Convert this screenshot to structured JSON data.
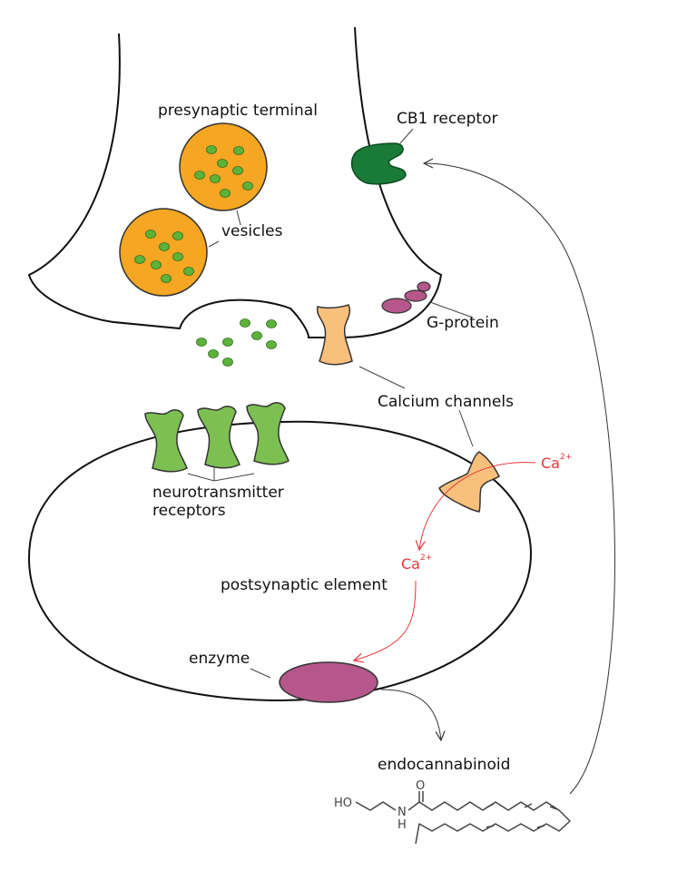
{
  "labels": {
    "presynaptic_terminal": "presynaptic terminal",
    "vesicles": "vesicles",
    "cb1_receptor": "CB1 receptor",
    "g_protein": "G-protein",
    "calcium_channels": "Calcium channels",
    "neurotransmitter_receptors_line1": "neurotransmitter",
    "neurotransmitter_receptors_line2": "receptors",
    "postsynaptic_element": "postsynaptic element",
    "enzyme": "enzyme",
    "endocannabinoid": "endocannabinoid"
  },
  "ions": {
    "calcium_symbol": "Ca",
    "calcium_charge": "2+"
  },
  "molecule": {
    "hydroxyl": "HO",
    "oxygen": "O",
    "nitrogen": "N",
    "hydrogen": "H"
  },
  "colors": {
    "vesicle_fill": "#f5a623",
    "neurotransmitter": "#5db33a",
    "cb1_receptor": "#1a7a38",
    "g_protein": "#b5578a",
    "calcium_channel": "#f9c07c",
    "nt_receptor": "#7cc052",
    "enzyme": "#b5578a",
    "calcium_arrow": "#e8343c"
  }
}
